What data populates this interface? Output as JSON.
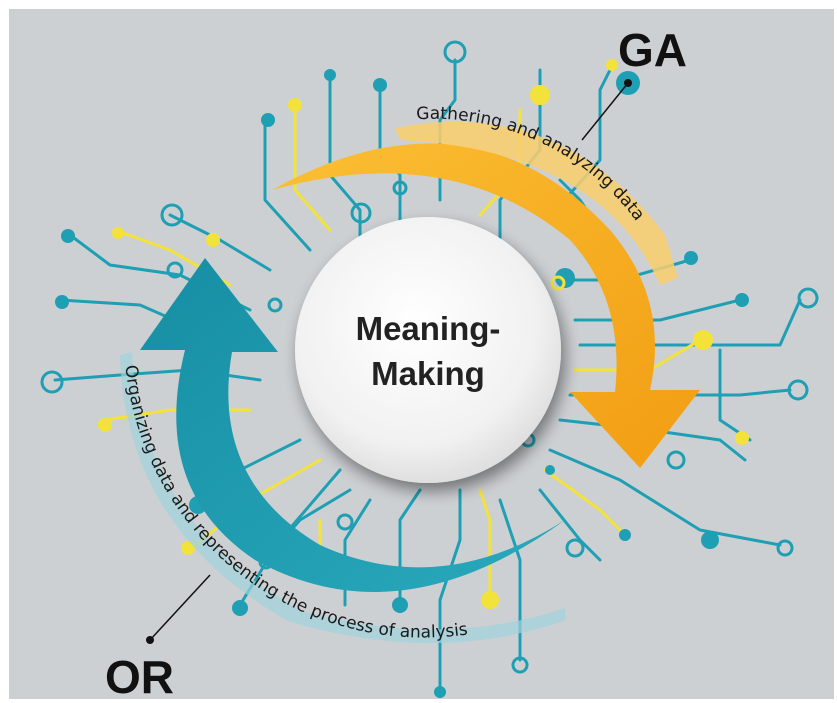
{
  "center": {
    "line1": "Meaning-",
    "line2": "Making"
  },
  "stages": {
    "ga": {
      "code": "GA",
      "description": "Gathering and analyzing data",
      "color": "#f7ad1e"
    },
    "or": {
      "code": "OR",
      "description": "Organizing data and representing the process of analysis",
      "color": "#1f9fb3"
    }
  },
  "colors": {
    "background": "#cdd0d3",
    "circuit_teal": "#1f9fb3",
    "circuit_yellow": "#f3e23a",
    "center_disc": "#f4f4f4"
  }
}
